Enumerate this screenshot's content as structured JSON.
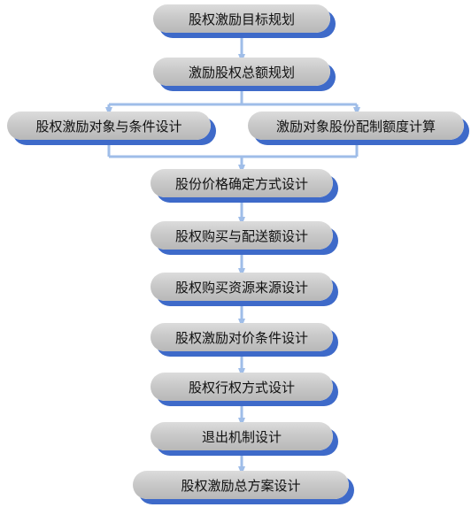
{
  "colors": {
    "node_fill": "#c9c9c9",
    "node_shadow": "#3e6ac9",
    "connector": "#9fbde8",
    "text": "#111111"
  },
  "steps": [
    {
      "label": "股权激励目标规划"
    },
    {
      "label": "激励股权总额规划"
    },
    {
      "label": "股权激励对象与条件设计"
    },
    {
      "label": "激励对象股份配制额度计算"
    },
    {
      "label": "股份价格确定方式设计"
    },
    {
      "label": "股权购买与配送额设计"
    },
    {
      "label": "股权购买资源来源设计"
    },
    {
      "label": "股权激励对价条件设计"
    },
    {
      "label": "股权行权方式设计"
    },
    {
      "label": "退出机制设计"
    },
    {
      "label": "股权激励总方案设计"
    }
  ]
}
